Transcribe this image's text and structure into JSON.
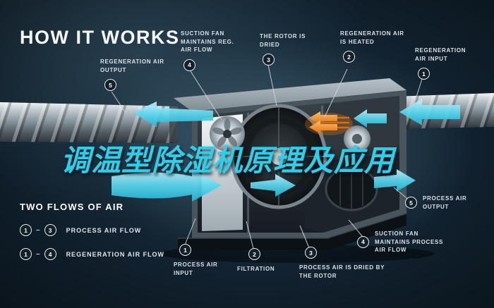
{
  "title": {
    "word1": "HOW",
    "word2": "IT WORKS"
  },
  "watermark": "调温型除湿机原理及应用",
  "callouts": [
    {
      "num": "5",
      "label": "REGENERATION AIR OUTPUT"
    },
    {
      "num": "4",
      "label": "SUCTION FAN MAINTAINS REG. AIR FLOW"
    },
    {
      "num": "3",
      "label": "THE ROTOR IS DRIED"
    },
    {
      "num": "2",
      "label": "REGENERATION AIR IS HEATED"
    },
    {
      "num": "1",
      "label": "REGENERATION AIR INPUT"
    },
    {
      "num": "5",
      "label": "PROCESS AIR OUTPUT"
    },
    {
      "num": "4",
      "label": "SUCTION FAN MAINTAINS PROCESS AIR FLOW"
    },
    {
      "num": "1",
      "label": "PROCESS AIR INPUT"
    },
    {
      "num": "2",
      "label": "FILTRATION"
    },
    {
      "num": "3",
      "label": "PROCESS AIR IS DRIED BY THE ROTOR"
    }
  ],
  "legend": {
    "heading": "TWO FLOWS OF AIR",
    "rows": [
      {
        "from": "1",
        "sep": "–",
        "to": "3",
        "label": "PROCESS AIR FLOW"
      },
      {
        "from": "1",
        "sep": "–",
        "to": "4",
        "label": "REGENERATION AIR FLOW"
      }
    ]
  },
  "colors": {
    "accent_cyan": "#46d4ec",
    "heater_orange": "#e87c12",
    "background": "#122230",
    "label_text": "#d9e1e5"
  }
}
